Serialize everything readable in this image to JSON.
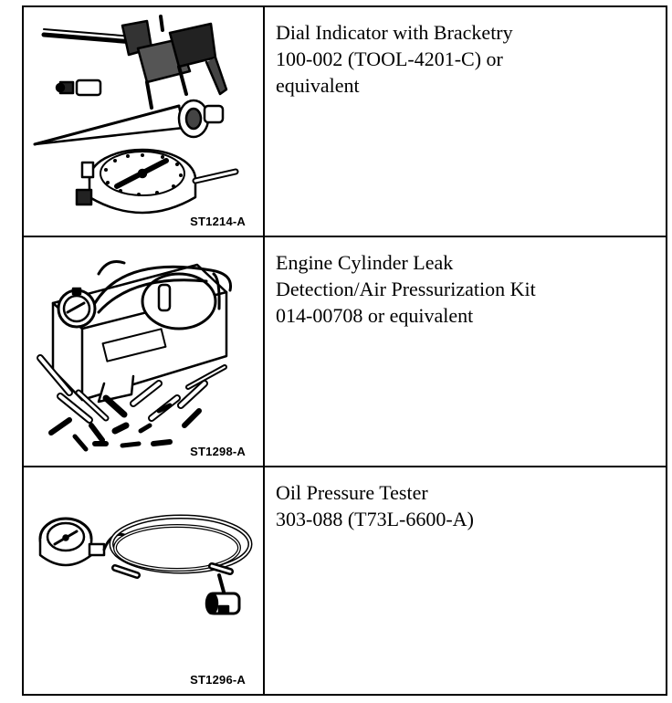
{
  "tools": [
    {
      "figure_id": "ST1214-A",
      "icon": "dial-indicator-with-bracketry-illustration",
      "lines": [
        "Dial Indicator with Bracketry",
        "100-002 (TOOL-4201-C) or",
        "equivalent"
      ]
    },
    {
      "figure_id": "ST1298-A",
      "icon": "leak-detection-kit-illustration",
      "lines": [
        "Engine Cylinder Leak",
        "Detection/Air Pressurization Kit",
        "014-00708 or equivalent"
      ]
    },
    {
      "figure_id": "ST1296-A",
      "icon": "oil-pressure-tester-illustration",
      "lines": [
        "Oil Pressure Tester",
        "303-088 (T73L-6600-A)"
      ]
    }
  ]
}
